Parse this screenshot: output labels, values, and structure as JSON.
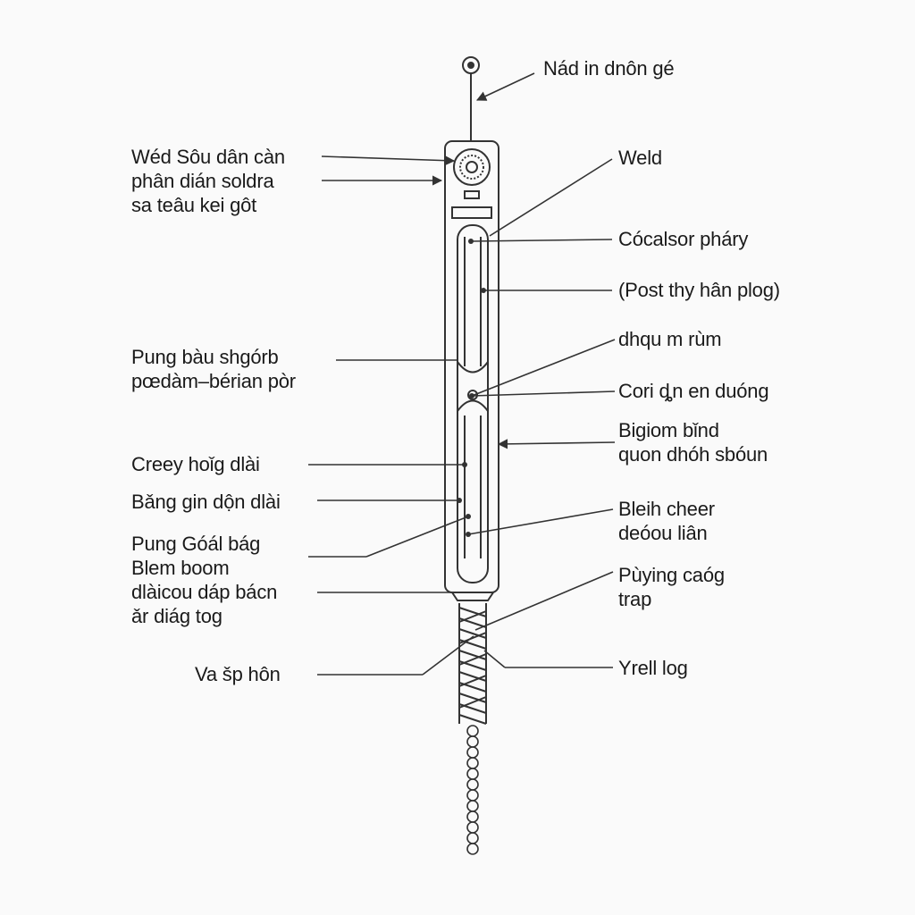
{
  "colors": {
    "background": "#fafafa",
    "stroke": "#333333",
    "text": "#1a1a1a"
  },
  "labels": {
    "top_right": "Nád in dnôn gé",
    "left_1": [
      "Wéd Sôu dân càn",
      "phân dián soldra",
      "sa teâu kei gôt"
    ],
    "right_weld": "Weld",
    "right_cocalsor": "Cócalsor pháry",
    "right_post": "(Post thy hân plog)",
    "right_dhqu": "dhqu m rùm",
    "left_pung1": [
      "Pung bàu shgórb",
      "pœdàm–bérian pòr"
    ],
    "right_cori": "Cori ȡn en duóng",
    "right_bigiom": [
      "Bigiom bǐnd",
      "quon dhóh sbóun"
    ],
    "left_creey": "Creey hoǐg dlài",
    "left_bang": "Bǎng gin dộn dlài",
    "right_bleih": [
      "Bleih cheer",
      "deóou liân"
    ],
    "left_pung2": [
      "Pung Góál bág",
      "Blem boom",
      "dlàicou dáp bácn",
      "ǎr diág tog"
    ],
    "right_puying": [
      "Pùying caóg",
      "trap"
    ],
    "left_va": "Va šp hôn",
    "right_yrell": "Yrell log"
  }
}
